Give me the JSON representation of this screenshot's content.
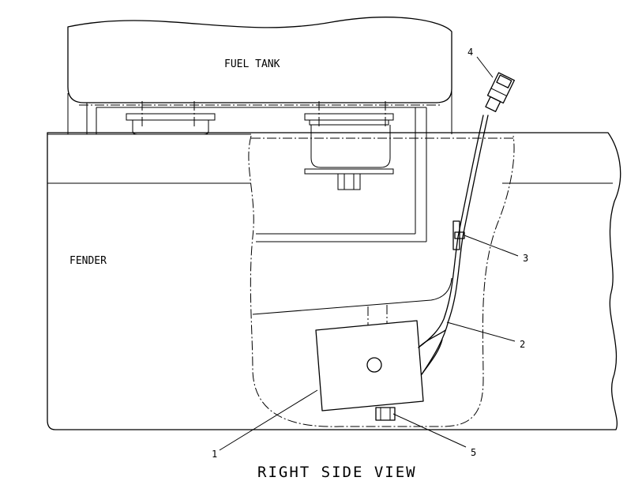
{
  "labels": {
    "fuel_tank": "FUEL TANK",
    "fender": "FENDER",
    "view_title": "RIGHT SIDE VIEW"
  },
  "callouts": [
    "1",
    "2",
    "3",
    "4",
    "5"
  ]
}
